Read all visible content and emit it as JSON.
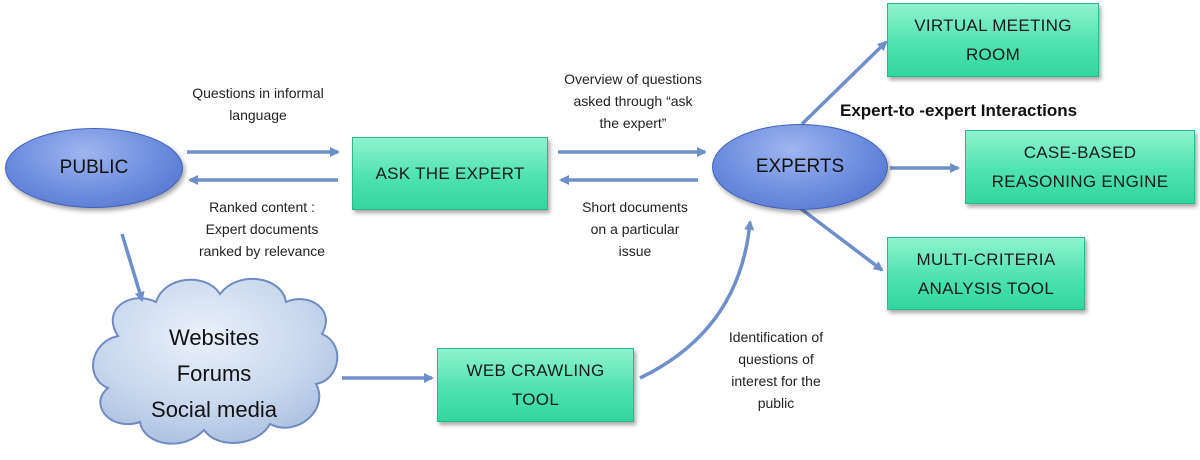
{
  "nodes": {
    "public": "PUBLIC",
    "ask_the_expert": "ASK THE EXPERT",
    "experts": "EXPERTS",
    "virtual_meeting_room": [
      "VIRTUAL MEETING",
      "ROOM"
    ],
    "case_based_reasoning_engine": [
      "CASE-BASED",
      "REASONING ENGINE"
    ],
    "multi_criteria_analysis_tool": [
      "MULTI-CRITERIA",
      "ANALYSIS TOOL"
    ],
    "web_crawling_tool": [
      "WEB CRAWLING",
      "TOOL"
    ],
    "online_sources": [
      "Websites",
      "Forums",
      "Social media"
    ]
  },
  "edge_labels": {
    "questions_in_informal_language": [
      "Questions in informal",
      "language"
    ],
    "ranked_content": [
      "Ranked content :",
      "Expert documents",
      "ranked by relevance"
    ],
    "overview_of_questions": [
      "Overview  of questions",
      "asked through “ask",
      "the expert”"
    ],
    "short_documents": [
      "Short documents",
      "on a particular",
      "issue"
    ],
    "identification_of_questions": [
      "Identification of",
      "questions of",
      "interest for the",
      "public"
    ]
  },
  "headings": {
    "expert_to_expert": "Expert-to -expert Interactions"
  },
  "colors": {
    "arrow": "#6e8fc8",
    "box_fill": "#4fe2b0",
    "ellipse_fill": "#6f8fdf",
    "cloud_fill": "#c9d8ee"
  }
}
